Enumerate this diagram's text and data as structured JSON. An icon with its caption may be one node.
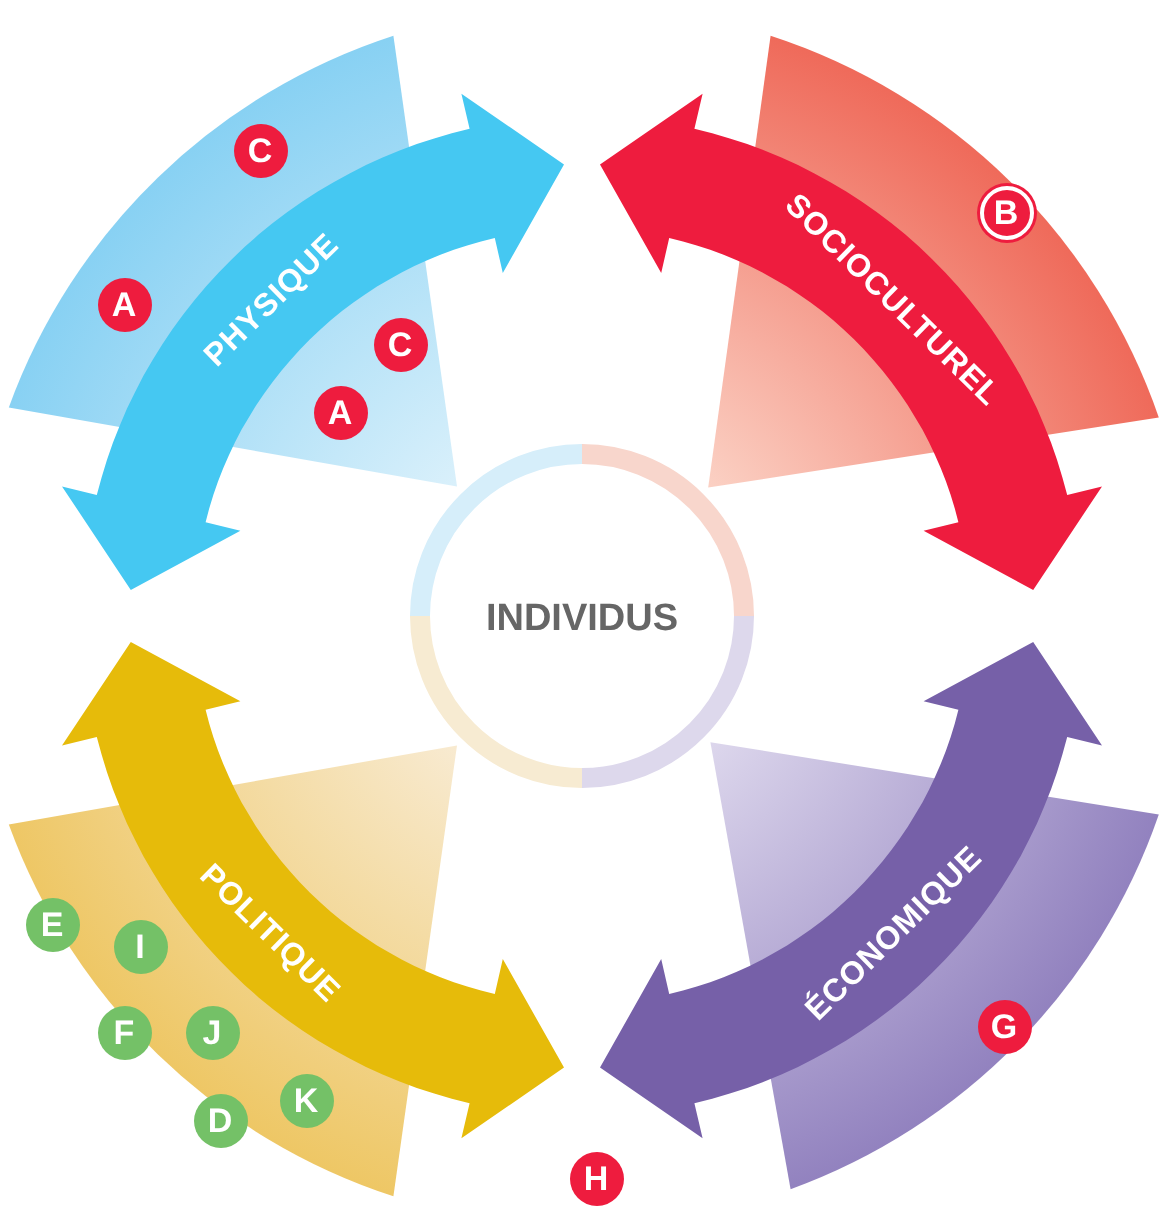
{
  "diagram": {
    "nodes": [
      {
        "text": [
          "C"
        ]
      },
      {
        "text": [
          "B"
        ]
      },
      {
        "text": [
          "A"
        ]
      },
      {
        "text": [
          "PHYSIQUE"
        ]
      },
      {
        "text": [
          "SOCIOCULTUREL"
        ]
      },
      {
        "text": [
          "C"
        ]
      },
      {
        "text": [
          "A"
        ]
      },
      {
        "text": [
          "INDIVIDUS"
        ]
      },
      {
        "text": [
          "POLITIQUE"
        ]
      },
      {
        "text": [
          "ÉCONOMIQUE"
        ]
      },
      {
        "text": [
          "E"
        ]
      },
      {
        "text": [
          "I"
        ]
      },
      {
        "text": [
          "G"
        ]
      },
      {
        "text": [
          "F"
        ]
      },
      {
        "text": [
          "J"
        ]
      },
      {
        "text": [
          "K"
        ]
      },
      {
        "text": [
          "D"
        ]
      },
      {
        "text": [
          "H"
        ]
      }
    ]
  }
}
